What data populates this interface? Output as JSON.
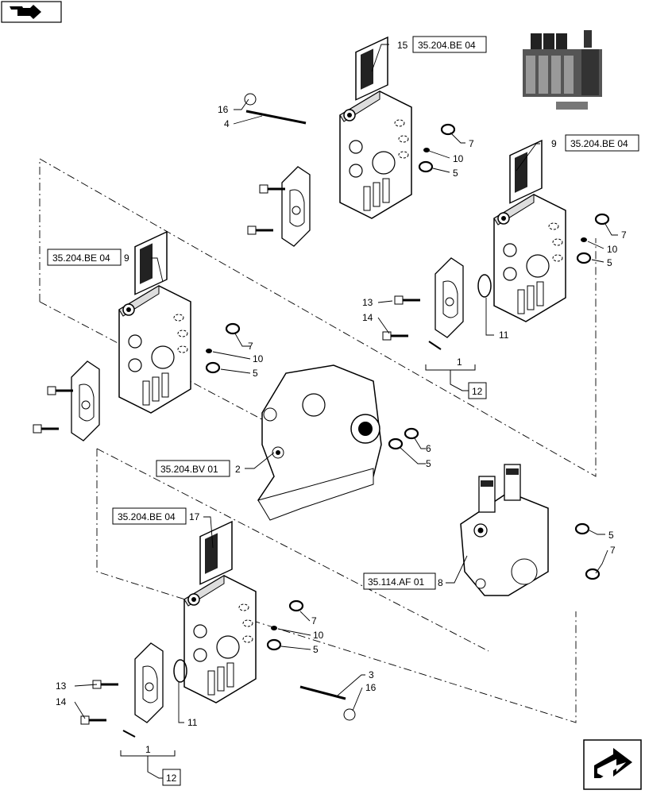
{
  "nav": {
    "top_left_icon": "book-arrow-icon",
    "bottom_right_icon": "next-page-arrow-icon"
  },
  "refs": {
    "ref_be04_top": "35.204.BE 04",
    "ref_be04_right": "35.204.BE 04",
    "ref_be04_left": "35.204.BE 04",
    "ref_bv01": "35.204.BV 01",
    "ref_be04_bottom": "35.204.BE 04",
    "ref_af01": "35.114.AF 01",
    "box_12_mid": "12",
    "box_12_bottom": "12"
  },
  "callouts": {
    "c15": "15",
    "c16a": "16",
    "c4": "4",
    "c7a": "7",
    "c10a": "10",
    "c5a": "5",
    "c9r": "9",
    "c7b": "7",
    "c10b": "10",
    "c5b": "5",
    "c13a": "13",
    "c14a": "14",
    "c11a": "11",
    "c1a": "1",
    "c9l": "9",
    "c7c": "7",
    "c10c": "10",
    "c5c": "5",
    "c6": "6",
    "c5d": "5",
    "c2": "2",
    "c5e": "5",
    "c7d": "7",
    "c8": "8",
    "c17": "17",
    "c7e": "7",
    "c10d": "10",
    "c5f": "5",
    "c3": "3",
    "c16b": "16",
    "c13b": "13",
    "c14b": "14",
    "c11b": "11",
    "c1b": "1"
  }
}
